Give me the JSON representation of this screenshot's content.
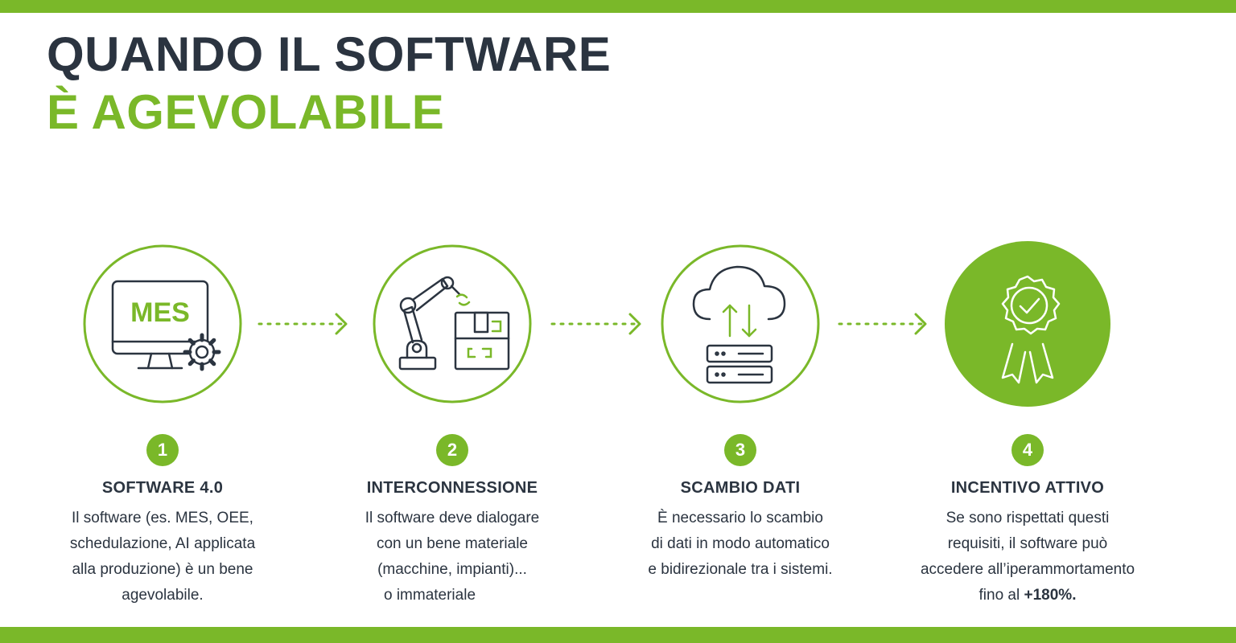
{
  "header": {
    "title_line1": "QUANDO IL SOFTWARE",
    "title_line2": "È AGEVOLABILE"
  },
  "colors": {
    "accent": "#7ab829",
    "text": "#2b3440",
    "background": "#ffffff"
  },
  "steps": [
    {
      "number": "1",
      "icon": "mes-monitor-gear-icon",
      "icon_label": "MES",
      "title": "SOFTWARE 4.0",
      "lines": [
        "Il software (es. MES, OEE,",
        "schedulazione, AI applicata",
        "alla produzione) è un bene",
        "agevolabile."
      ]
    },
    {
      "number": "2",
      "icon": "robot-arm-box-icon",
      "title": "INTERCONNESSIONE",
      "lines": [
        "Il software deve dialogare",
        "con un bene materiale",
        "(macchine, impianti)...",
        "o immateriale"
      ]
    },
    {
      "number": "3",
      "icon": "cloud-server-sync-icon",
      "title": "SCAMBIO DATI",
      "lines": [
        "È necessario lo scambio",
        "di dati in modo automatico",
        "e bidirezionale tra i sistemi."
      ]
    },
    {
      "number": "4",
      "icon": "award-badge-check-icon",
      "title": "INCENTIVO ATTIVO",
      "lines": [
        "Se sono rispettati questi",
        "requisiti, il software può",
        "accedere all’iperammortamento"
      ],
      "last_line_prefix": "fino al ",
      "last_line_bold": "+180%."
    }
  ]
}
